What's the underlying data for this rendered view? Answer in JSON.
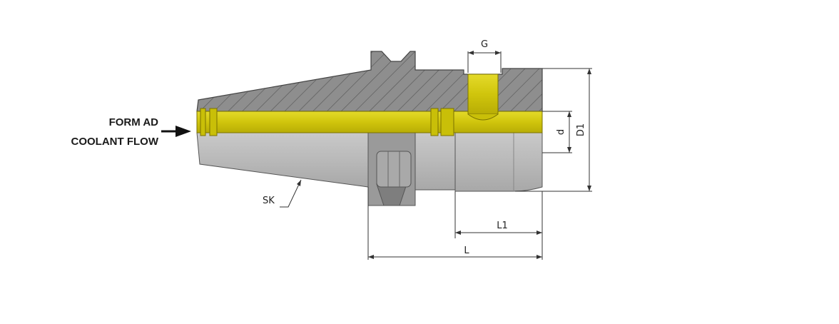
{
  "labels": {
    "form_ad": "FORM AD",
    "coolant_flow": "COOLANT FLOW",
    "sk": "SK",
    "g": "G",
    "d": "d",
    "d1": "D1",
    "l1": "L1",
    "l": "L"
  },
  "colors": {
    "steel_section": "#8e8e8e",
    "steel_body": "#bdbdbd",
    "coolant_channel": "#d6cc10",
    "line": "#333333"
  }
}
